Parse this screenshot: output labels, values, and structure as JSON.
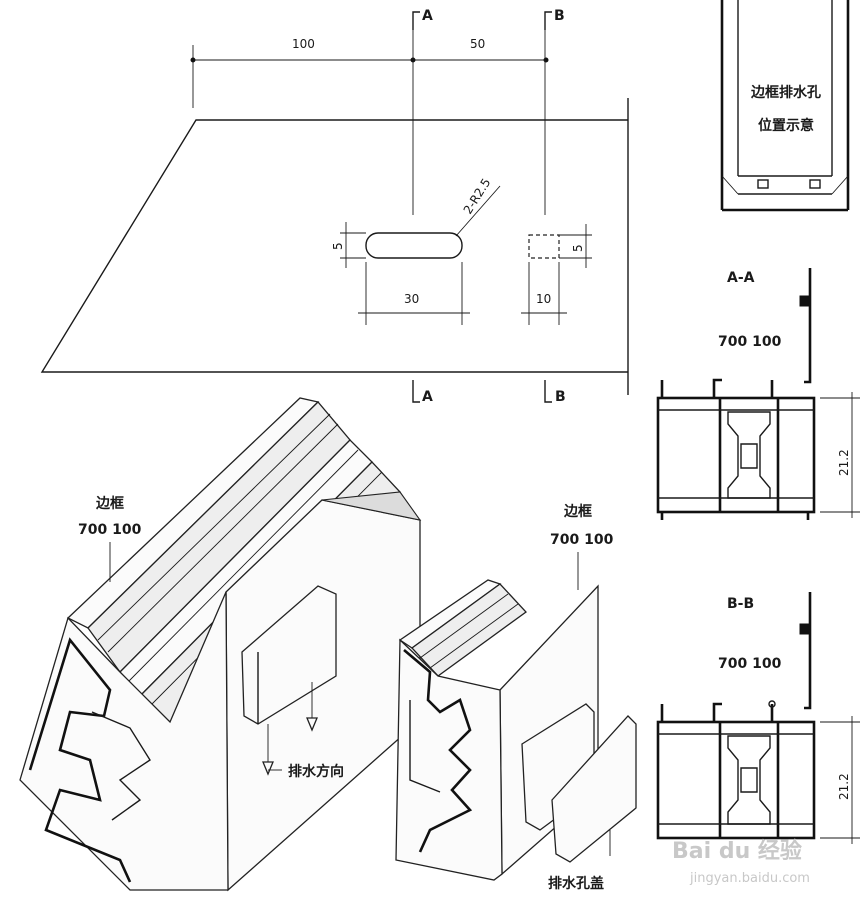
{
  "diagram": {
    "sections": {
      "a_top": "A",
      "a_bottom": "A",
      "b_top": "B",
      "b_bottom": "B"
    },
    "dimensions": {
      "d100": "100",
      "d50": "50",
      "radius": "2-R2.5",
      "slot_h": "5",
      "hole_h": "5",
      "slot_w": "30",
      "hole_w": "10",
      "aa_h": "21.2",
      "bb_h": "21.2"
    },
    "inset": {
      "line1": "边框排水孔",
      "line2": "位置示意"
    },
    "section_aa": {
      "title": "A-A",
      "model": "700 100"
    },
    "section_bb": {
      "title": "B-B",
      "model": "700 100"
    },
    "iso_left": {
      "name": "边框",
      "model": "700 100",
      "note": "排水方向"
    },
    "iso_right": {
      "name": "边框",
      "model": "700 100",
      "note": "排水孔盖"
    },
    "watermark": {
      "brand": "Bai du 经验",
      "url": "jingyan.baidu.com"
    }
  }
}
